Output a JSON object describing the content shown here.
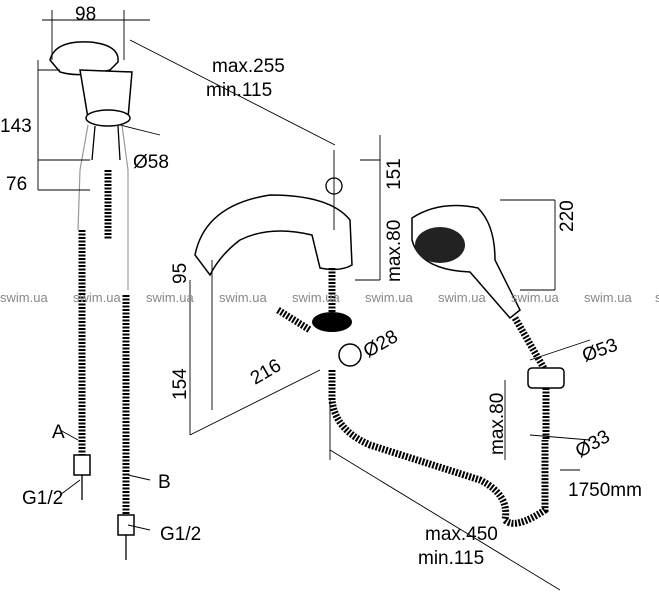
{
  "watermark": "swim.ua",
  "dimensions": {
    "lever_width": "98",
    "spout_reach_max": "max.255",
    "spout_reach_min": "min.115",
    "lever_height": "143",
    "base_height": "76",
    "base_diameter": "Ø58",
    "spout_height": "151",
    "shower_head_length": "220",
    "spout_shank_max": "max.80",
    "spout_outlet_height": "95",
    "spout_length": "216",
    "spout_shank_diameter": "Ø28",
    "total_height": "154",
    "holder_diameter": "Ø53",
    "holder_shank_max": "max.80",
    "holder_shank_diameter": "Ø33",
    "hose_length": "1750mm",
    "hose_reach_max": "max.450",
    "hose_reach_min": "min.115"
  },
  "connections": {
    "hose_a_label": "A",
    "hose_b_label": "B",
    "thread_a": "G1/2",
    "thread_b": "G1/2"
  }
}
